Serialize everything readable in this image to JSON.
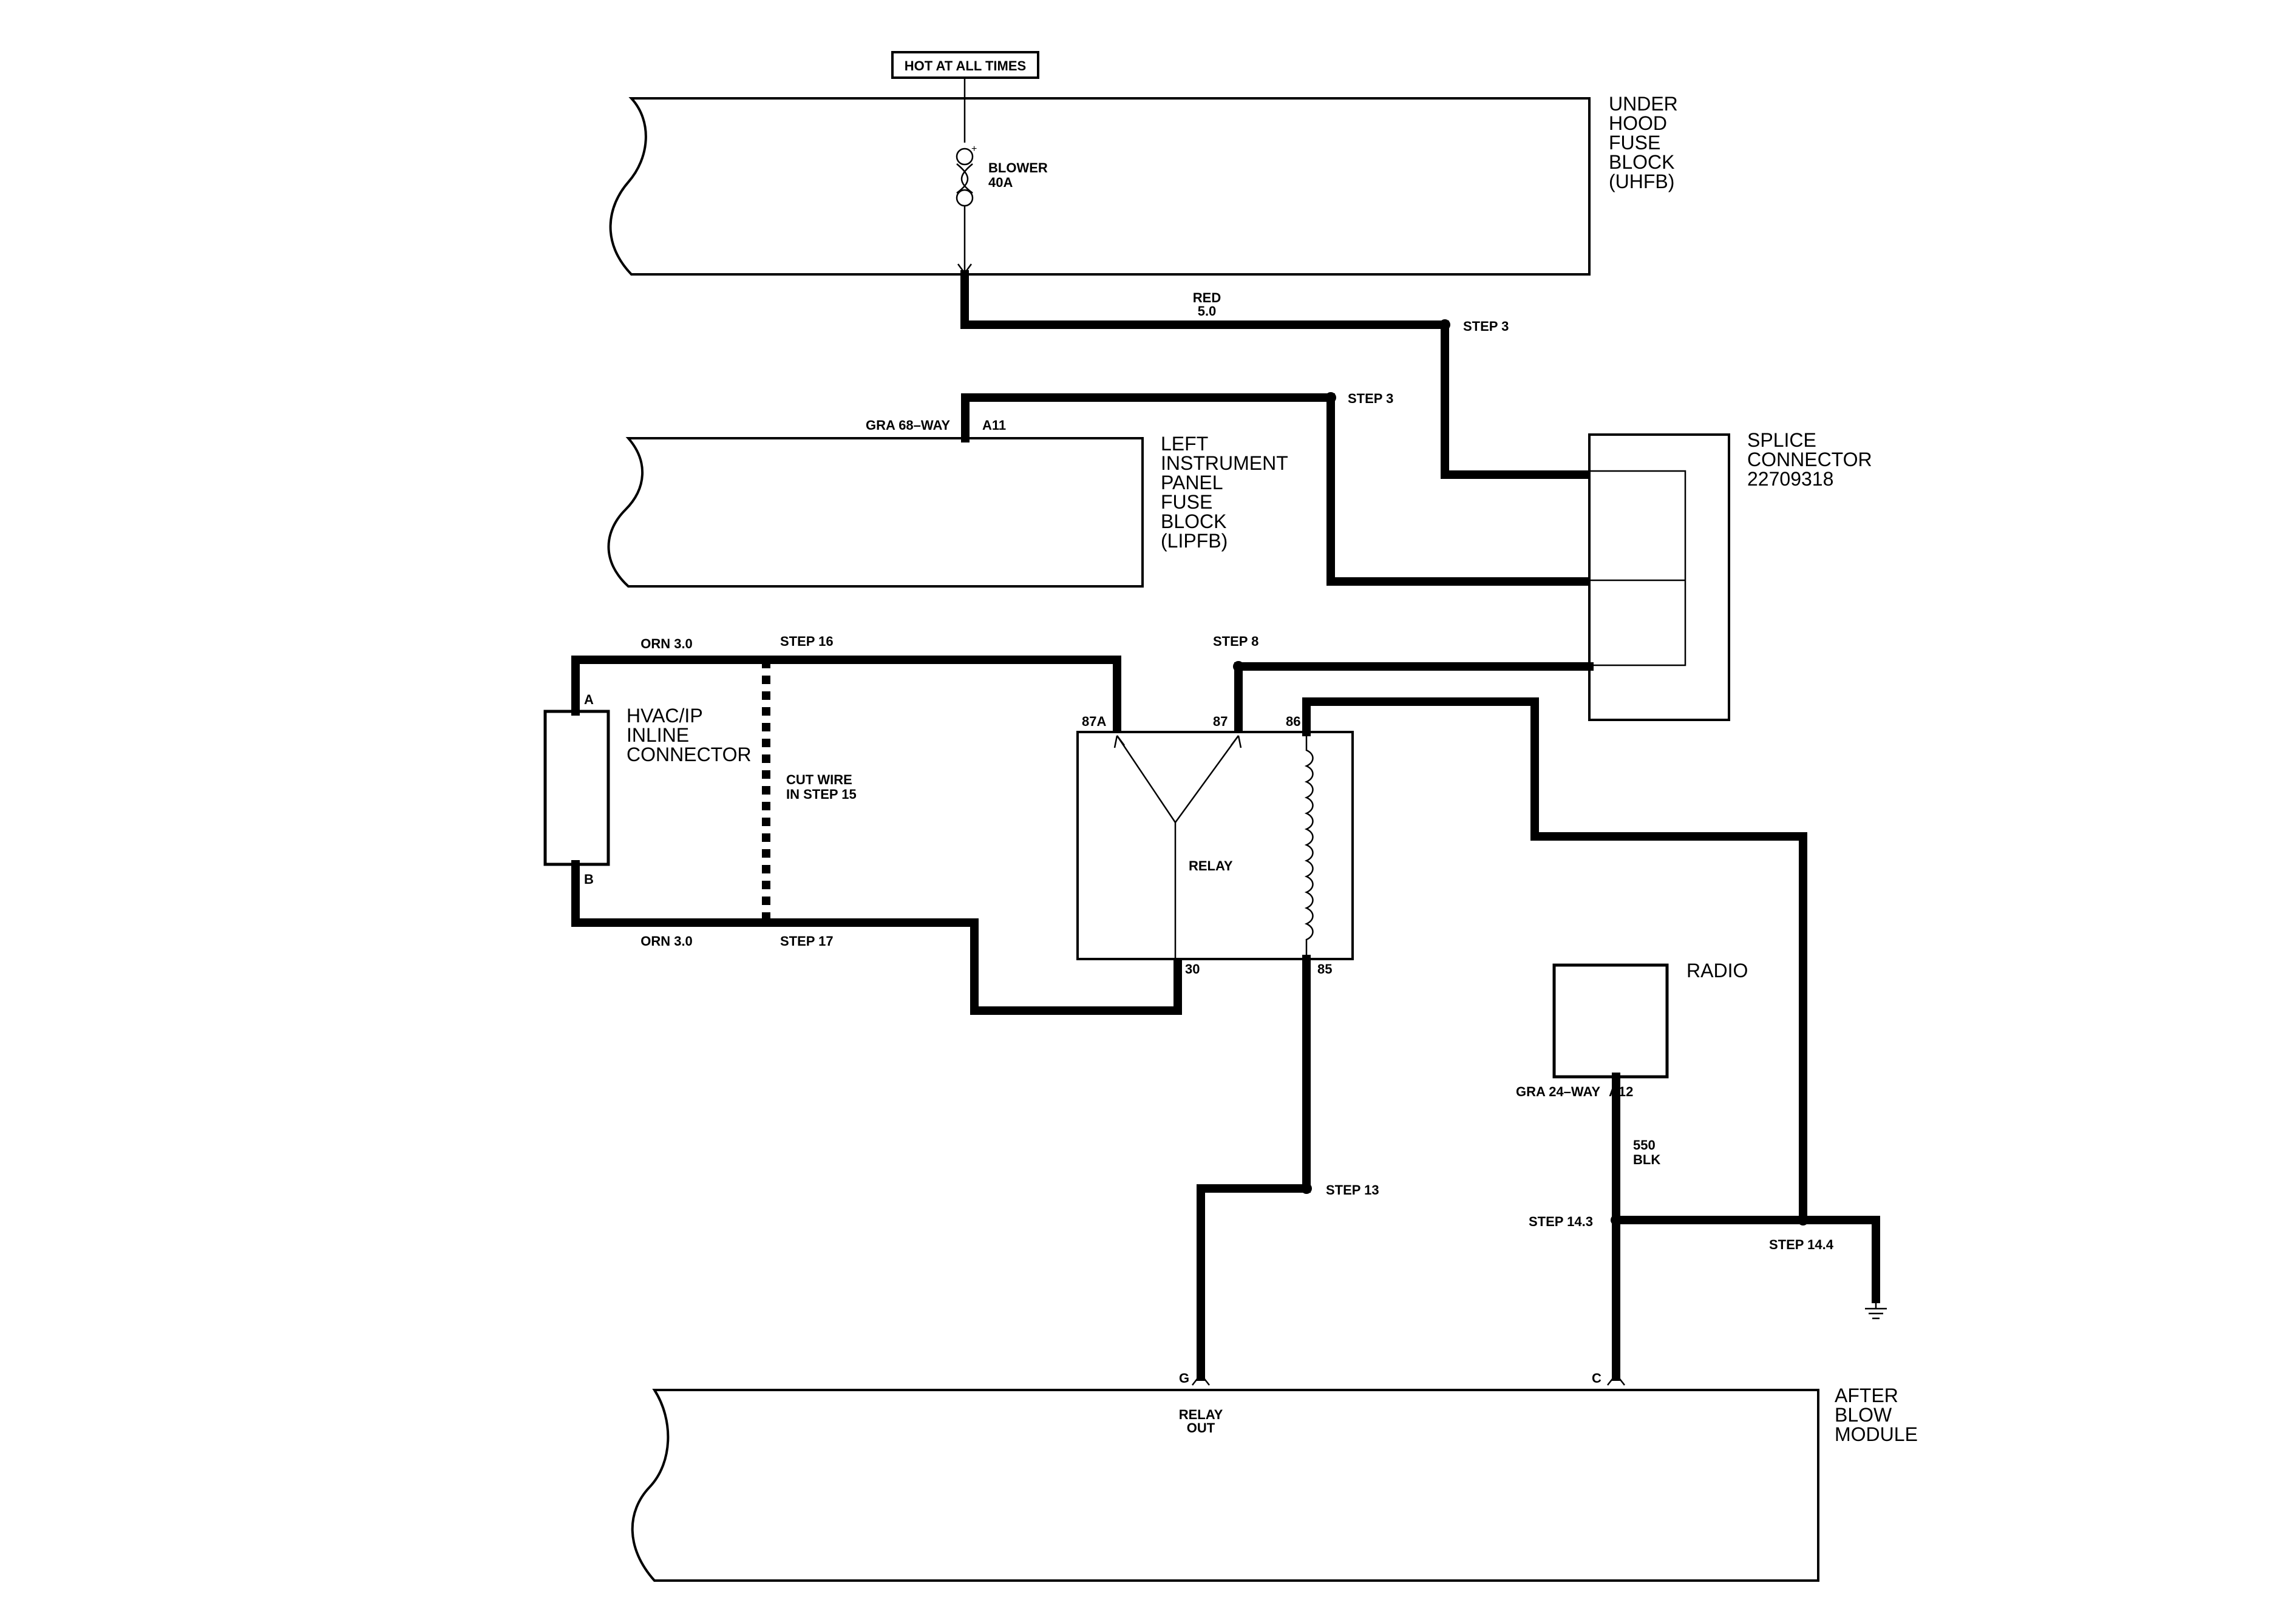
{
  "header": {
    "power_label": "HOT AT ALL TIMES"
  },
  "components": {
    "uhfb": {
      "lines": [
        "UNDER",
        "HOOD",
        "FUSE",
        "BLOCK",
        "(UHFB)"
      ]
    },
    "lipfb": {
      "lines": [
        "LEFT",
        "INSTRUMENT",
        "PANEL",
        "FUSE",
        "BLOCK",
        "(LIPFB)"
      ]
    },
    "splice": {
      "lines": [
        "SPLICE",
        "CONNECTOR",
        "22709318"
      ]
    },
    "hvac": {
      "lines": [
        "HVAC/IP",
        "INLINE",
        "CONNECTOR"
      ]
    },
    "relay": {
      "label": "RELAY"
    },
    "radio": {
      "label": "RADIO"
    },
    "afterblow": {
      "lines": [
        "AFTER",
        "BLOW",
        "MODULE"
      ]
    }
  },
  "fuse": {
    "name": "BLOWER",
    "rating": "40A"
  },
  "wires": {
    "red_color": "RED",
    "red_size": "5.0",
    "orn_top": "ORN 3.0",
    "orn_bottom": "ORN 3.0",
    "blk_gauge": "550",
    "blk_color": "BLK"
  },
  "connectors": {
    "lipfb_conn": "GRA 68–WAY",
    "lipfb_pin": "A11",
    "radio_conn": "GRA 24–WAY",
    "radio_pin": "A12",
    "hvac_pin_a": "A",
    "hvac_pin_b": "B",
    "pin_87a": "87A",
    "pin_87": "87",
    "pin_86": "86",
    "pin_30": "30",
    "pin_85": "85",
    "pin_g": "G",
    "pin_c": "C",
    "relay_out": [
      "RELAY",
      "OUT"
    ]
  },
  "steps": {
    "step3_top": "STEP 3",
    "step3_mid": "STEP 3",
    "step8": "STEP 8",
    "step16": "STEP 16",
    "step17": "STEP 17",
    "step13": "STEP 13",
    "step14_3": "STEP 14.3",
    "step14_4": "STEP 14.4",
    "cut_wire": [
      "CUT WIRE",
      "IN STEP 15"
    ]
  }
}
